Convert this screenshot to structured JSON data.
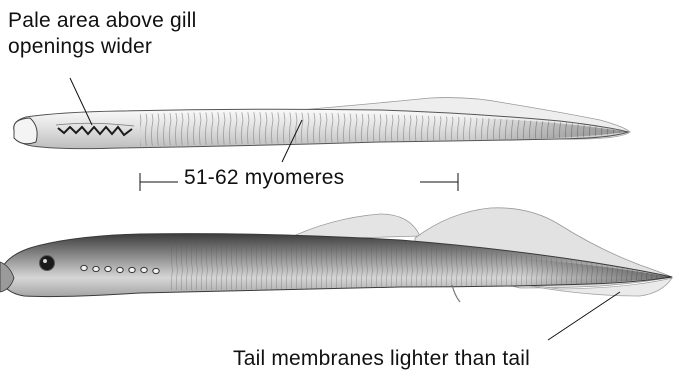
{
  "annotations": {
    "gill_note": {
      "line1": "Pale area above gill",
      "line2": "openings wider"
    },
    "myomere_note": "51-62 myomeres",
    "tail_note": "Tail membranes lighter than tail"
  },
  "colors": {
    "ink": "#111111",
    "body_light": "#e6e6e6",
    "body_dark": "#6e6e6e",
    "fin": "#dcdcdc"
  }
}
